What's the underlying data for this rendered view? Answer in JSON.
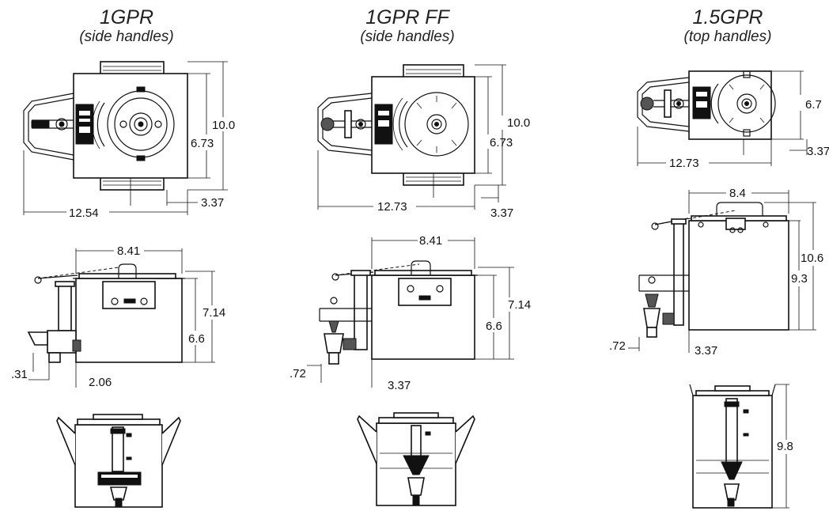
{
  "models": [
    {
      "title": "1GPR",
      "subtitle": "(side handles)",
      "dims": {
        "height_top": "10.0",
        "depth_top": "6.73",
        "width_top": "12.54",
        "offset_top": "3.37",
        "width_side": "8.41",
        "height_side": "7.14",
        "tank_side": "6.6",
        "faucet_ht": ".31",
        "faucet_off": "2.06"
      }
    },
    {
      "title": "1GPR FF",
      "subtitle": "(side handles)",
      "dims": {
        "height_top": "10.0",
        "depth_top": "6.73",
        "width_top": "12.73",
        "offset_top": "3.37",
        "width_side": "8.41",
        "height_side": "7.14",
        "tank_side": "6.6",
        "faucet_ht": ".72",
        "faucet_off": "3.37"
      }
    },
    {
      "title": "1.5GPR",
      "subtitle": "(top handles)",
      "dims": {
        "depth_top": "6.7",
        "width_top": "12.73",
        "offset_top": "3.37",
        "width_side": "8.4",
        "height_side": "10.6",
        "tank_side": "9.3",
        "faucet_ht": ".72",
        "faucet_off": "3.37",
        "height_front": "9.8"
      }
    }
  ]
}
